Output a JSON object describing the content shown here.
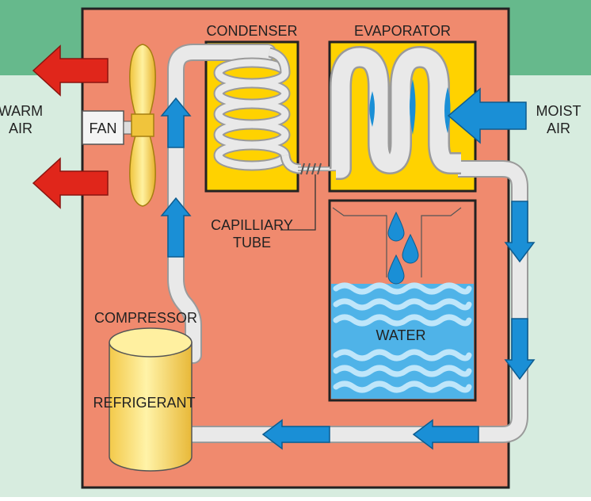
{
  "labels": {
    "condenser": "CONDENSER",
    "evaporator": "EVAPORATOR",
    "warm_air": [
      "WARM",
      "AIR"
    ],
    "fan": "FAN",
    "moist_air": [
      "MOIST",
      "AIR"
    ],
    "capillary_tube": [
      "CAPILLIARY",
      "TUBE"
    ],
    "compressor": "COMPRESSOR",
    "refrigerant": "REFRIGERANT",
    "water": "WATER"
  },
  "colors": {
    "background_top": "#66b98c",
    "background": "#d7ecdf",
    "housing": "#f08a6e",
    "housing_border": "#222222",
    "yellow": "#ffd200",
    "pipe": "#e9e9e9",
    "pipe_outline": "#9a9a9a",
    "blue_arrow": "#1a8fd6",
    "red_arrow": "#e0261b",
    "water": "#4fb3e8",
    "water_wave": "#bfe6fa",
    "compressor": "#f9e27a"
  },
  "icons": {
    "fan": "fan-blade-icon",
    "warm_air_out": "red-arrow-left-icon",
    "moist_air_in": "blue-arrow-left-icon",
    "refrigerant_flow": "blue-arrow-icon",
    "droplets": "water-drop-icon"
  }
}
